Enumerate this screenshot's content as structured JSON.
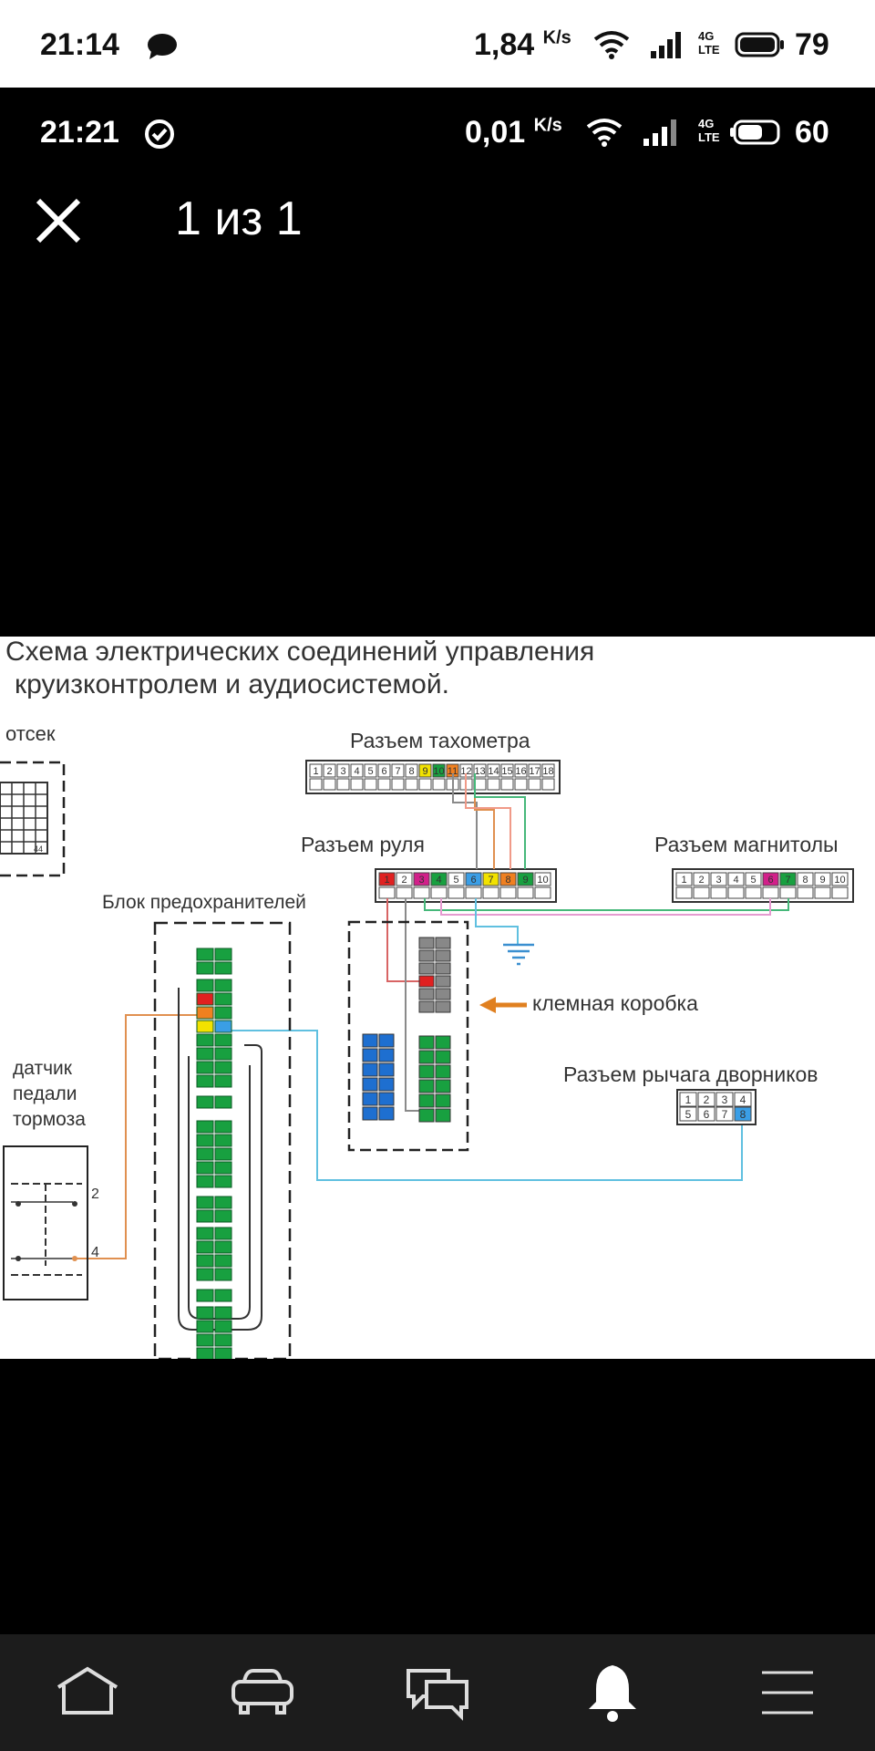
{
  "outer_status": {
    "time": "21:14",
    "speed": "1,84",
    "speed_unit": "K/s",
    "network": "4G LTE",
    "battery": "79"
  },
  "inner_status": {
    "time": "21:21",
    "speed": "0,01",
    "speed_unit": "K/s",
    "network": "4G LTE",
    "battery": "60"
  },
  "viewer": {
    "counter": "1 из 1"
  },
  "diagram": {
    "title_line1": "Схема электрических соединений управления",
    "title_line2": "круизконтролем и аудиосистемой.",
    "compartment_label": "отсек",
    "tacho_label": "Разъем тахометра",
    "wheel_label": "Разъем руля",
    "radio_label": "Разъем магнитолы",
    "fuse_label": "Блок предохранителей",
    "terminal_box_label": "клемная коробка",
    "sensor_line1": "датчик",
    "sensor_line2": "педали",
    "sensor_line3": "тормоза",
    "wiper_label": "Разъем рычага дворников",
    "compartment_pin": "44",
    "sensor_pin_a": "2",
    "sensor_pin_b": "4",
    "tacho_pins": [
      "1",
      "2",
      "3",
      "4",
      "5",
      "6",
      "7",
      "8",
      "9",
      "10",
      "11",
      "12",
      "13",
      "14",
      "15",
      "16",
      "17",
      "18"
    ],
    "wheel_pins": [
      "1",
      "2",
      "3",
      "4",
      "5",
      "6",
      "7",
      "8",
      "9",
      "10"
    ],
    "radio_pins": [
      "1",
      "2",
      "3",
      "4",
      "5",
      "6",
      "7",
      "8",
      "9",
      "10"
    ],
    "wiper_pins": [
      "1",
      "2",
      "3",
      "4",
      "5",
      "6",
      "7",
      "8"
    ],
    "pin_colors": {
      "red": "#e02020",
      "yellow": "#f2e200",
      "orange": "#f08020",
      "green": "#18a040",
      "blue": "#3a9ee6",
      "magenta": "#d2208a",
      "gray": "#888888"
    },
    "wire_colors": {
      "gray": "#8a8a8a",
      "salmon": "#f09a88",
      "green": "#46b87a",
      "pink": "#e59ad0",
      "blue": "#60c0e0",
      "red": "#d86464",
      "orange": "#e09050"
    }
  },
  "nav": {
    "items": [
      {
        "icon": "home-icon"
      },
      {
        "icon": "car-icon"
      },
      {
        "icon": "chat-icon"
      },
      {
        "icon": "bell-icon"
      },
      {
        "icon": "menu-icon"
      }
    ]
  }
}
